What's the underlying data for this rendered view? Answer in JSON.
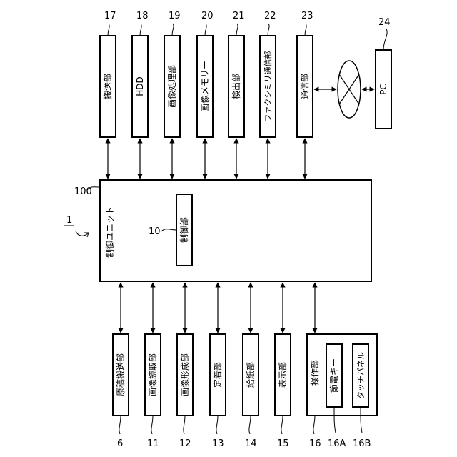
{
  "top_components": [
    {
      "ref": "17",
      "label": "搬送部"
    },
    {
      "ref": "18",
      "label": "HDD"
    },
    {
      "ref": "19",
      "label": "画像処理部"
    },
    {
      "ref": "20",
      "label": "画像メモリー"
    },
    {
      "ref": "21",
      "label": "検出部"
    },
    {
      "ref": "22",
      "label": "ファクシミリ通信部"
    },
    {
      "ref": "23",
      "label": "通信部"
    }
  ],
  "pc": {
    "ref": "24",
    "label": "PC"
  },
  "control_unit": {
    "ref": "100",
    "label": "制御ユニット"
  },
  "controller": {
    "ref": "10",
    "label": "制御部"
  },
  "device_ref": "1",
  "bottom_components": [
    {
      "ref": "6",
      "label": "原稿搬送部"
    },
    {
      "ref": "11",
      "label": "画像読取部"
    },
    {
      "ref": "12",
      "label": "画像形成部"
    },
    {
      "ref": "13",
      "label": "定着部"
    },
    {
      "ref": "14",
      "label": "給紙部"
    },
    {
      "ref": "15",
      "label": "表示部"
    }
  ],
  "operation": {
    "ref": "16",
    "label": "操作部",
    "children": [
      {
        "ref": "16A",
        "label": "節電キー"
      },
      {
        "ref": "16B",
        "label": "タッチパネル"
      }
    ]
  }
}
